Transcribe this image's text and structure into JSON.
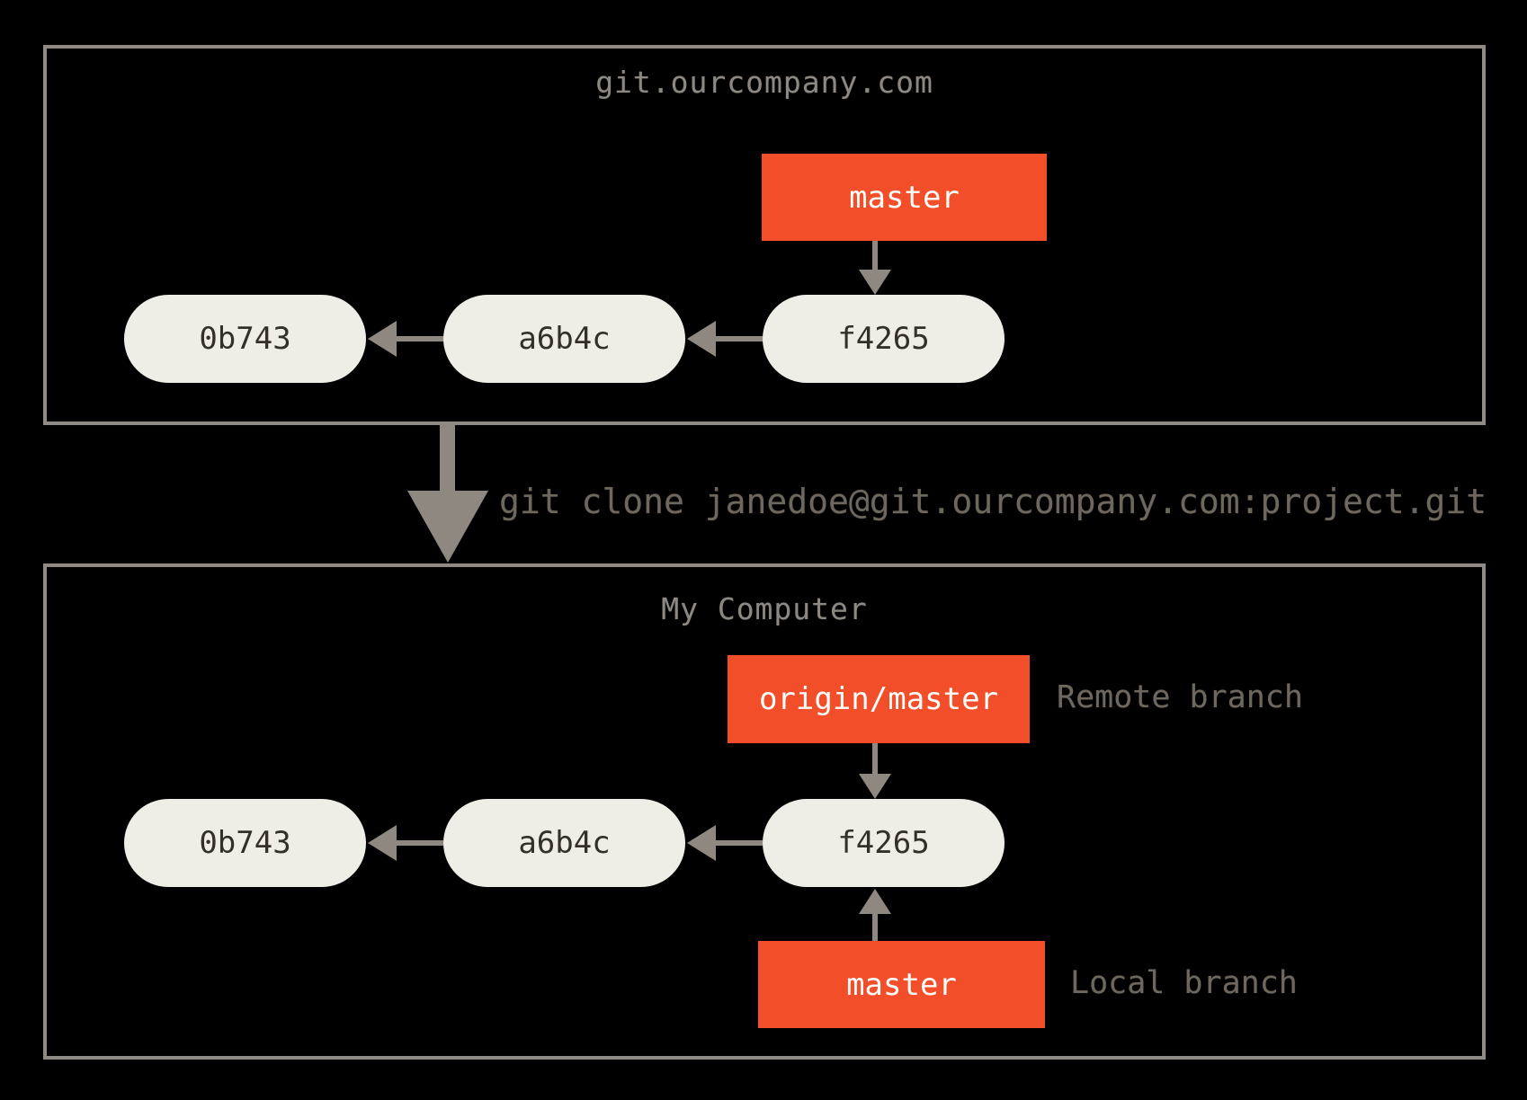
{
  "colors": {
    "background": "#000000",
    "box_border": "#8f8a83",
    "commit_fill": "#efeee6",
    "commit_text": "#33302a",
    "branch_fill": "#f14e29",
    "branch_text": "#fdfdfb",
    "arrow": "#8e8880",
    "title_text": "#8d8881",
    "caption_text": "#6e675e"
  },
  "remote": {
    "title": "git.ourcompany.com",
    "branch": {
      "label": "master"
    },
    "commits": [
      "0b743",
      "a6b4c",
      "f4265"
    ]
  },
  "clone_command": "git clone janedoe@git.ourcompany.com:project.git",
  "local": {
    "title": "My Computer",
    "remote_branch": {
      "label": "origin/master",
      "caption": "Remote branch"
    },
    "local_branch": {
      "label": "master",
      "caption": "Local branch"
    },
    "commits": [
      "0b743",
      "a6b4c",
      "f4265"
    ]
  }
}
